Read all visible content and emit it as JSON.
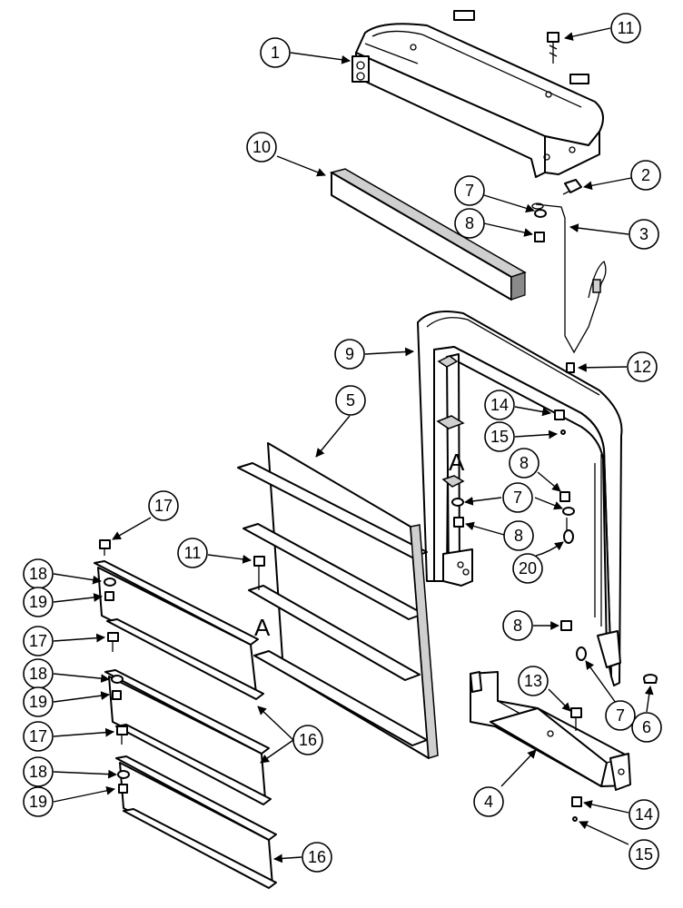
{
  "callouts": [
    {
      "id": "c1",
      "label": "1"
    },
    {
      "id": "c2",
      "label": "2"
    },
    {
      "id": "c3",
      "label": "3"
    },
    {
      "id": "c4",
      "label": "4"
    },
    {
      "id": "c5",
      "label": "5"
    },
    {
      "id": "c6",
      "label": "6"
    },
    {
      "id": "c7a",
      "label": "7"
    },
    {
      "id": "c7b",
      "label": "7"
    },
    {
      "id": "c7c",
      "label": "7"
    },
    {
      "id": "c8a",
      "label": "8"
    },
    {
      "id": "c8b",
      "label": "8"
    },
    {
      "id": "c8c",
      "label": "8"
    },
    {
      "id": "c8d",
      "label": "8"
    },
    {
      "id": "c9",
      "label": "9"
    },
    {
      "id": "c10",
      "label": "10"
    },
    {
      "id": "c11a",
      "label": "11"
    },
    {
      "id": "c11b",
      "label": "11"
    },
    {
      "id": "c12",
      "label": "12"
    },
    {
      "id": "c13",
      "label": "13"
    },
    {
      "id": "c14a",
      "label": "14"
    },
    {
      "id": "c14b",
      "label": "14"
    },
    {
      "id": "c15a",
      "label": "15"
    },
    {
      "id": "c15b",
      "label": "15"
    },
    {
      "id": "c16a",
      "label": "16"
    },
    {
      "id": "c16b",
      "label": "16"
    },
    {
      "id": "c17a",
      "label": "17"
    },
    {
      "id": "c17b",
      "label": "17"
    },
    {
      "id": "c17c",
      "label": "17"
    },
    {
      "id": "c18a",
      "label": "18"
    },
    {
      "id": "c18b",
      "label": "18"
    },
    {
      "id": "c18c",
      "label": "18"
    },
    {
      "id": "c19a",
      "label": "19"
    },
    {
      "id": "c19b",
      "label": "19"
    },
    {
      "id": "c19c",
      "label": "19"
    },
    {
      "id": "c20",
      "label": "20"
    }
  ],
  "markers": {
    "a_frame": "A",
    "a_grille": "A"
  }
}
